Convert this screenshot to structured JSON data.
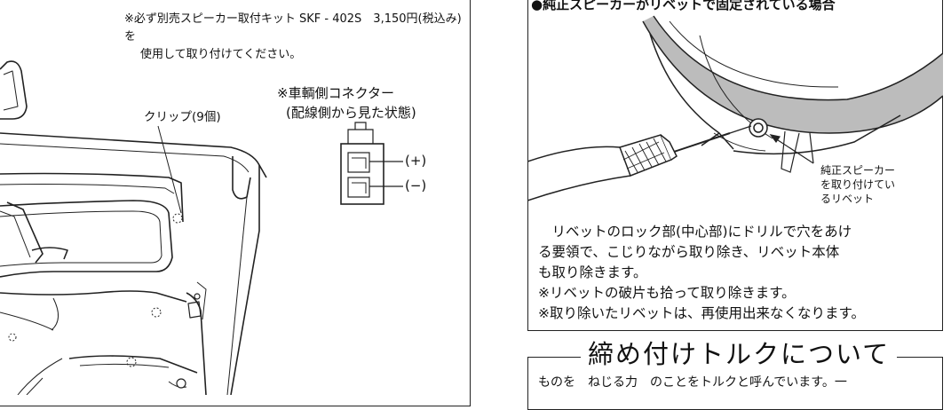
{
  "left": {
    "notice_line1": "※必ず別売スピーカー取付キット SKF - 402S　3,150円(税込み)を",
    "notice_line2": "使用して取り付けてください。",
    "clip_label": "クリップ(9個)",
    "connector_title": "※車輌側コネクター",
    "connector_sub": "(配線側から見た状態)",
    "plus_label": "(+)",
    "minus_label": "(−)"
  },
  "right": {
    "heading": "●純正スピーカーがリベットで固定されている場合",
    "rivet_label": [
      "純正スピーカー",
      "を取り付けてい",
      "るリベット"
    ],
    "paragraph": [
      "　リベットのロック部(中心部)にドリルで穴をあけ",
      "る要領で、こじりながら取り除き、リベット本体",
      "も取り除きます。",
      "※リベットの破片も拾って取り除きます。",
      "※取り除いたリベットは、再使用出来なくなります。"
    ]
  },
  "torque": {
    "title": "締め付けトルクについて",
    "text": "ものを　ねじる力　のことをトルクと呼んでいます。一"
  }
}
